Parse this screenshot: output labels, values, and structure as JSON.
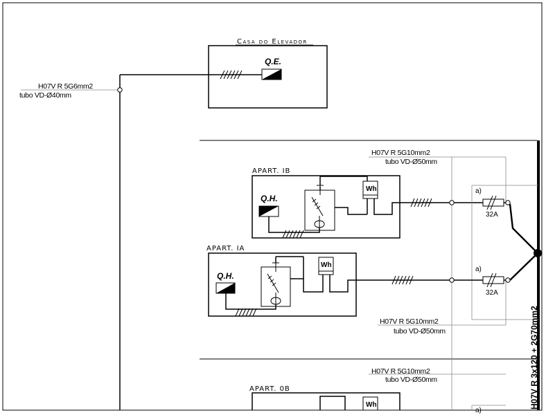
{
  "feeder": {
    "cable": "H07V R 5G6mm2",
    "conduit": "tubo VD-Ø40mm"
  },
  "elevator": {
    "title": "Casa do Elevador",
    "panel_label": "Q.E."
  },
  "apartments": [
    {
      "name": "APART. IB",
      "panel_label": "Q.H.",
      "meter_label": "Wh",
      "cable": "H07V R 5G10mm2",
      "conduit": "tubo VD-Ø50mm",
      "breaker_tag": "a)",
      "breaker_rating": "32A"
    },
    {
      "name": "APART. IA",
      "panel_label": "Q.H.",
      "meter_label": "Wh",
      "cable": "H07V R 5G10mm2",
      "conduit": "tubo VD-Ø50mm",
      "breaker_tag": "a)",
      "breaker_rating": "32A"
    },
    {
      "name": "APART. 0B",
      "meter_label": "Wh",
      "cable": "H07V R 5G10mm2",
      "conduit": "tubo VD-Ø50mm",
      "breaker_tag": "a)"
    }
  ],
  "main_riser": {
    "cable": "H07V R 3x120 + 2G70mm2"
  }
}
